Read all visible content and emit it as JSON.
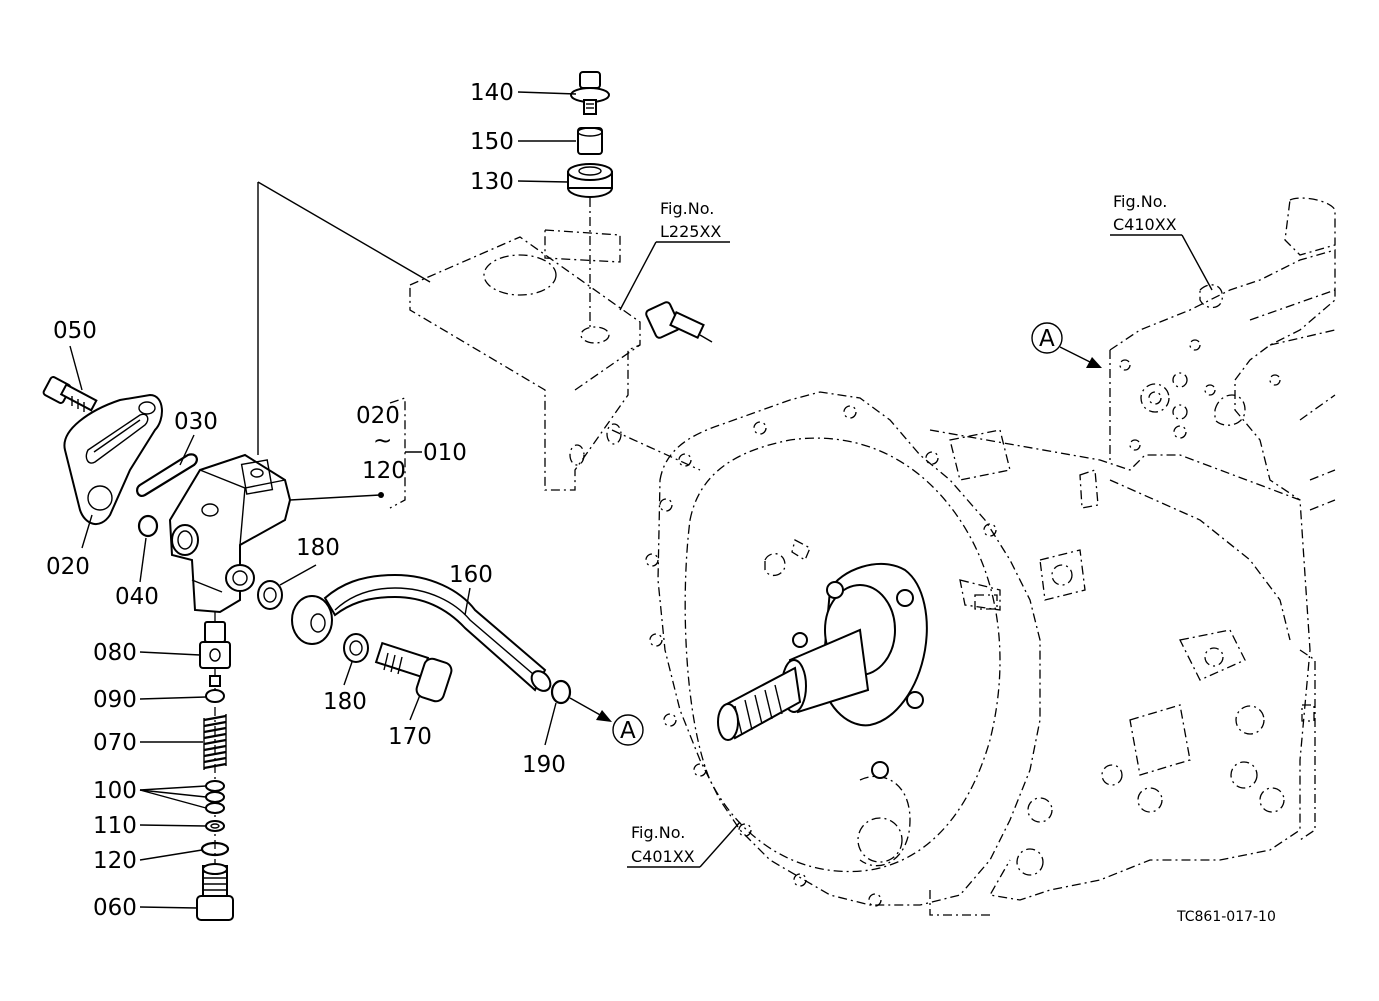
{
  "parts": {
    "p140": "140",
    "p150": "150",
    "p130": "130",
    "p050": "050",
    "p030": "030",
    "p020_group": "020",
    "p010": "010",
    "p120_group": "120",
    "tilde": "~",
    "p020": "020",
    "p040": "040",
    "p180a": "180",
    "p160": "160",
    "p080": "080",
    "p090": "090",
    "p070": "070",
    "p100": "100",
    "p110": "110",
    "p120": "120",
    "p060": "060",
    "p180b": "180",
    "p170": "170",
    "p190": "190"
  },
  "references": {
    "fig_prefix": "Fig.No.",
    "l225": "L225XX",
    "c410": "C410XX",
    "c401": "C401XX",
    "fig_prefix2": "Fig.No.",
    "fig_prefix3": "Fig.No."
  },
  "markers": {
    "a_upper": "A",
    "a_lower": "A"
  },
  "drawing_code": "TC861-017-10"
}
